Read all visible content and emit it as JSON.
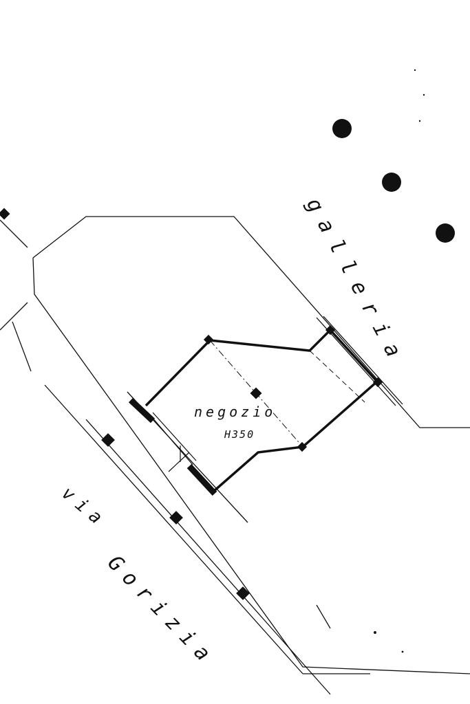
{
  "labels": {
    "shop_name": "negozio",
    "shop_height": "H350",
    "street_prefix": "via",
    "street_name": "Gorizia",
    "gallery": "galleria"
  },
  "colors": {
    "ink": "#111111",
    "paper": "#ffffff"
  }
}
